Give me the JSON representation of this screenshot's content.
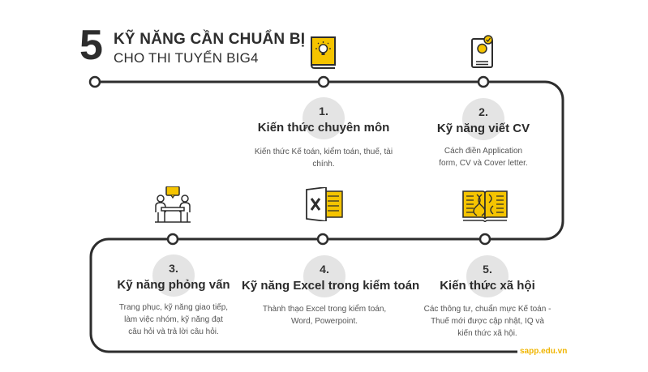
{
  "header": {
    "number": "5",
    "line1": "KỸ NĂNG CẦN CHUẨN BỊ",
    "line2": "CHO THI TUYỂN BIG4"
  },
  "steps": [
    {
      "num": "1.",
      "title": "Kiến thức chuyên môn",
      "desc": "Kiến thức Kế toán, kiểm toán, thuế, tài chính.",
      "icon": "book-lightbulb-icon"
    },
    {
      "num": "2.",
      "title": "Kỹ năng viết CV",
      "desc": "Cách điền Application form, CV và Cover letter.",
      "icon": "cv-document-icon"
    },
    {
      "num": "3.",
      "title": "Kỹ năng phỏng vấn",
      "desc": "Trang phục, kỹ năng giao tiếp, làm việc nhóm, kỹ năng đạt câu hỏi và trả lời câu hỏi.",
      "icon": "interview-meeting-icon"
    },
    {
      "num": "4.",
      "title": "Kỹ năng Excel trong kiểm toán",
      "desc": "Thành thạo Excel trong kiểm toán, Word, Powerpoint.",
      "icon": "excel-spreadsheet-icon"
    },
    {
      "num": "5.",
      "title": "Kiến thức xã hội",
      "desc": "Các thông tư, chuẩn mực Kế toán - Thuế mới được cập nhật, IQ và kiến thức xã hội.",
      "icon": "open-book-dna-icon"
    }
  ],
  "credit": "sapp.edu.vn",
  "colors": {
    "accent": "#f5c400",
    "track": "#2d2d2d",
    "circle": "#e4e4e4"
  }
}
